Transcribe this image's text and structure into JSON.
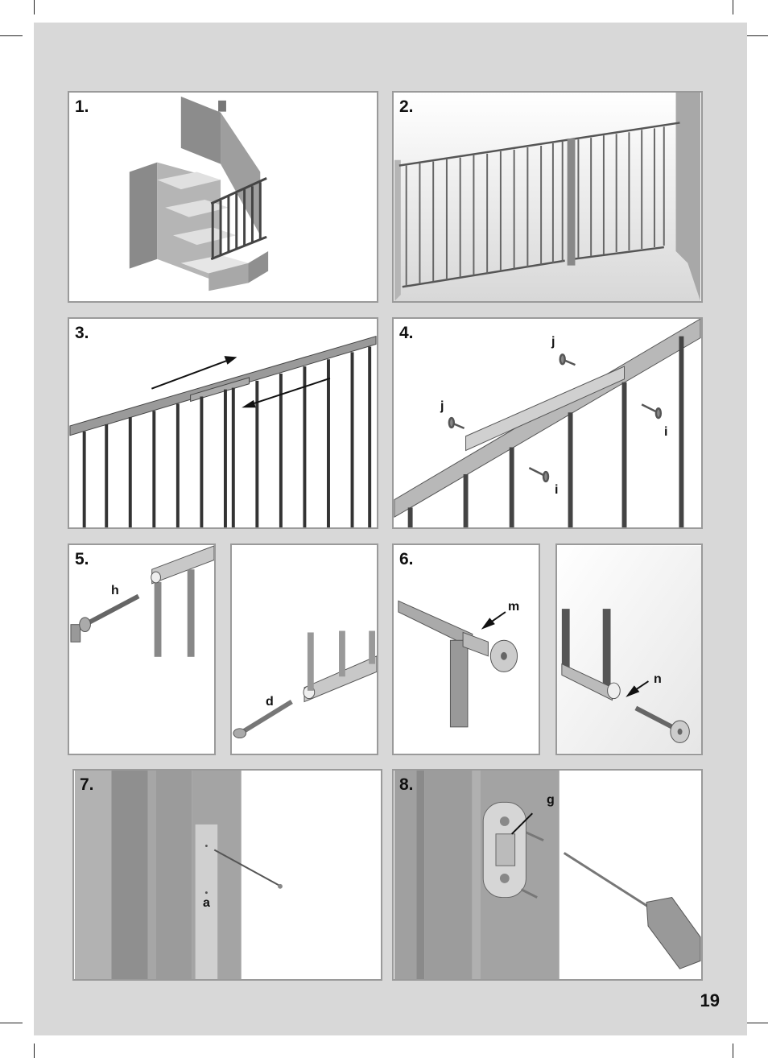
{
  "page_number": "19",
  "steps": [
    {
      "number": "1."
    },
    {
      "number": "2."
    },
    {
      "number": "3."
    },
    {
      "number": "4.",
      "labels": [
        "j",
        "j",
        "i",
        "i"
      ]
    },
    {
      "number": "5.",
      "labels": [
        "h",
        "d"
      ]
    },
    {
      "number": "6.",
      "labels": [
        "m",
        "n"
      ]
    },
    {
      "number": "7.",
      "labels": [
        "a"
      ]
    },
    {
      "number": "8.",
      "labels": [
        "g"
      ]
    }
  ]
}
